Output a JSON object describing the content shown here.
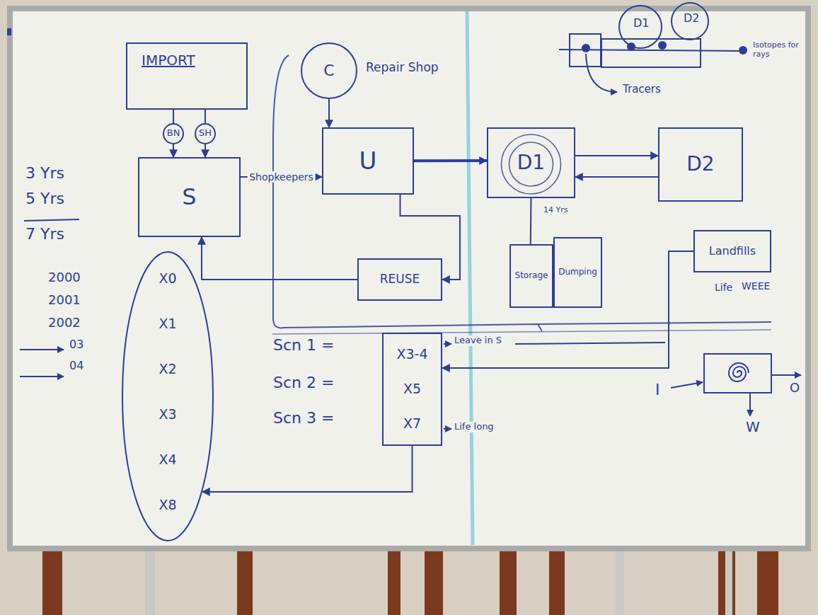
{
  "diagram": {
    "nodes": [
      {
        "text": [
          "IMPORT"
        ]
      },
      {
        "text": [
          "C",
          "Repair Shop"
        ]
      },
      {
        "text": [
          "S"
        ]
      },
      {
        "text": [
          "U"
        ]
      },
      {
        "text": [
          "D1"
        ]
      },
      {
        "text": [
          "D2"
        ]
      },
      {
        "text": [
          "REUSE"
        ]
      },
      {
        "text": [
          "Storage"
        ]
      },
      {
        "text": [
          "Dumping"
        ]
      },
      {
        "text": [
          "Landfills"
        ]
      },
      {
        "text": [
          "X0",
          "X1",
          "X2",
          "X3",
          "X4",
          "X8"
        ]
      },
      {
        "text": [
          "X3-4",
          "X5",
          "X7"
        ]
      }
    ],
    "edges": [
      {
        "from": 0,
        "to": 2,
        "arrow": "to",
        "label": "BN"
      },
      {
        "from": 0,
        "to": 2,
        "arrow": "to",
        "label": "SH"
      },
      {
        "from": 2,
        "to": 3,
        "arrow": "to",
        "label": "Shopkeepers"
      },
      {
        "from": 3,
        "to": 4,
        "arrow": "to"
      },
      {
        "from": 4,
        "to": 5,
        "arrow": "to"
      },
      {
        "from": 5,
        "to": 4,
        "arrow": "to"
      },
      {
        "from": 3,
        "to": 6,
        "arrow": "to"
      },
      {
        "from": 6,
        "to": 2,
        "arrow": "to"
      },
      {
        "from": 1,
        "to": 3,
        "arrow": "to"
      },
      {
        "from": 9,
        "to": 11,
        "arrow": "to"
      },
      {
        "from": 11,
        "to": 10,
        "arrow": "to"
      },
      {
        "from": 4,
        "to": 7,
        "arrow": "none"
      }
    ],
    "labels": [
      "3 Yrs",
      "5 Yrs",
      "7 Yrs",
      "2000",
      "2001",
      "2002",
      "03",
      "04",
      "Tracers",
      "Isotopes for rays",
      "D1",
      "D2",
      "14 Yrs",
      "Life",
      "WEEE",
      "Scn 1 =",
      "Scn 2 =",
      "Scn 3 =",
      "Leave in S",
      "Life long",
      "I",
      "O",
      "W"
    ]
  }
}
